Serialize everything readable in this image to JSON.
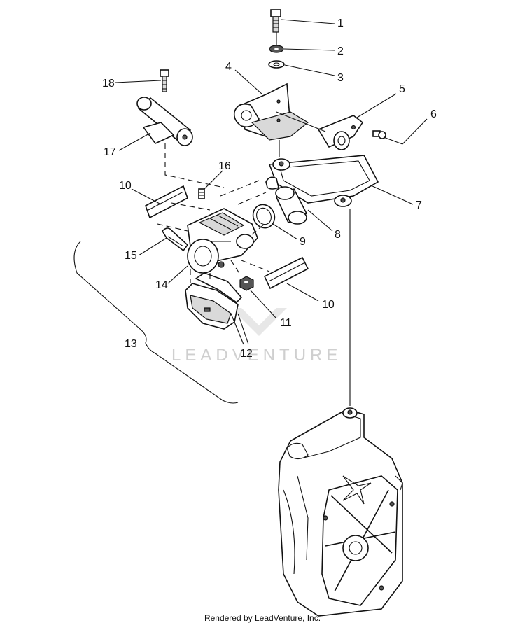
{
  "diagram": {
    "callouts": [
      {
        "id": "1",
        "label": "1"
      },
      {
        "id": "2",
        "label": "2"
      },
      {
        "id": "3",
        "label": "3"
      },
      {
        "id": "4",
        "label": "4"
      },
      {
        "id": "5",
        "label": "5"
      },
      {
        "id": "6",
        "label": "6"
      },
      {
        "id": "7",
        "label": "7"
      },
      {
        "id": "8",
        "label": "8"
      },
      {
        "id": "9",
        "label": "9"
      },
      {
        "id": "10a",
        "label": "10"
      },
      {
        "id": "10b",
        "label": "10"
      },
      {
        "id": "11",
        "label": "11"
      },
      {
        "id": "12",
        "label": "12"
      },
      {
        "id": "13",
        "label": "13"
      },
      {
        "id": "14",
        "label": "14"
      },
      {
        "id": "15",
        "label": "15"
      },
      {
        "id": "16",
        "label": "16"
      },
      {
        "id": "17",
        "label": "17"
      },
      {
        "id": "18",
        "label": "18"
      }
    ],
    "watermark": "LEADVENTURE",
    "footer": "Rendered by LeadVenture, Inc."
  }
}
